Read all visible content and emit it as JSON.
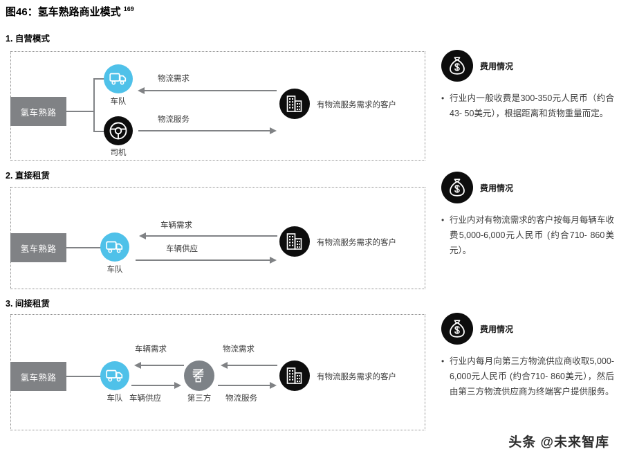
{
  "figure": {
    "title": "图46：氢车熟路商业模式",
    "footnote_marker": "169"
  },
  "sections": [
    {
      "heading": "1. 自营模式",
      "company_label": "氢车熟路",
      "nodes": [
        {
          "label": "车队",
          "icon": "truck-icon",
          "style": "blue"
        },
        {
          "label": "司机",
          "icon": "steering-wheel-icon",
          "style": "black"
        }
      ],
      "customer": {
        "label": "有物流服务需求的客户",
        "icon": "office-building-icon"
      },
      "arrows": [
        {
          "label": "物流需求",
          "direction": "left"
        },
        {
          "label": "物流服务",
          "direction": "right"
        }
      ]
    },
    {
      "heading": "2. 直接租赁",
      "company_label": "氢车熟路",
      "nodes": [
        {
          "label": "车队",
          "icon": "truck-icon",
          "style": "blue"
        }
      ],
      "customer": {
        "label": "有物流服务需求的客户",
        "icon": "office-building-icon"
      },
      "arrows": [
        {
          "label": "车辆需求",
          "direction": "left"
        },
        {
          "label": "车辆供应",
          "direction": "right"
        }
      ]
    },
    {
      "heading": "3. 间接租赁",
      "company_label": "氢车熟路",
      "nodes": [
        {
          "label": "车队",
          "icon": "truck-icon",
          "style": "blue"
        },
        {
          "label": "第三方",
          "icon": "goods-stack-icon",
          "style": "gray"
        }
      ],
      "customer": {
        "label": "有物流服务需求的客户",
        "icon": "office-building-icon"
      },
      "arrows": [
        {
          "label": "车辆需求",
          "direction": "left"
        },
        {
          "label": "车辆供应",
          "direction": "right"
        },
        {
          "label": "物流需求",
          "direction": "left"
        },
        {
          "label": "物流服务",
          "direction": "right"
        }
      ]
    }
  ],
  "info_panels": [
    {
      "icon": "money-bag-icon",
      "title": "费用情况",
      "bullet": "•",
      "text": "行业内一般收费是300-350元人民币（约合43- 50美元），根据距离和货物重量而定。"
    },
    {
      "icon": "money-bag-icon",
      "title": "费用情况",
      "bullet": "•",
      "text": "行业内对有物流需求的客户按每月每辆车收费5,000-6,000元人民币 (约合710- 860美元）。"
    },
    {
      "icon": "money-bag-icon",
      "title": "费用情况",
      "bullet": "•",
      "text": "行业内每月向第三方物流供应商收取5,000-6,000元人民币 (约合710- 860美元），然后由第三方物流供应商为终端客户提供服务。"
    }
  ],
  "watermark": "头条 @未来智库",
  "colors": {
    "accent_blue": "#4FC1E9",
    "company_gray": "#808285",
    "third_party_gray": "#7d8287",
    "icon_black": "#0d0d0d"
  }
}
